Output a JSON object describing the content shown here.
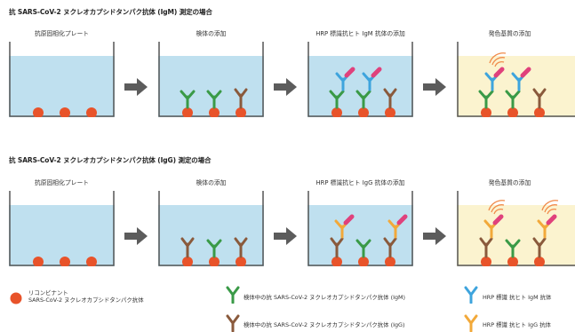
{
  "rows": [
    {
      "title": "抗 SARS-CoV-2 ヌクレオカプシドタンパク抗体 (IgM) 測定の場合",
      "steps": [
        "抗原固相化プレート",
        "検体の添加",
        "HRP 標識抗ヒト IgM 抗体の添加",
        "発色基質の添加"
      ]
    },
    {
      "title": "抗 SARS-CoV-2 ヌクレオカプシドタンパク抗体 (IgG) 測定の場合",
      "steps": [
        "抗原固相化プレート",
        "検体の添加",
        "HRP 標識抗ヒト IgG 抗体の添加",
        "発色基質の添加"
      ]
    }
  ],
  "legend": {
    "antigen_line1": "リコンビナント",
    "antigen_line2": "SARS-CoV-2 ヌクレオカプシドタンパク抗体",
    "igm_sample": "検体中の抗 SARS-CoV-2 ヌクレオカプシドタンパク抗体 (IgM)",
    "igg_sample": "検体中の抗 SARS-CoV-2 ヌクレオカプシドタンパク抗体 (IgG)",
    "hrp_igm": "HRP 標識 抗ヒト IgM 抗体",
    "hrp_igg": "HRP 標識 抗ヒト IgG 抗体"
  },
  "colors": {
    "antigen": "#e8532a",
    "igm": "#3a9a47",
    "igg": "#8a5a3c",
    "hrp_igm": "#3ea4dd",
    "hrp_igg": "#f2a93a",
    "hrp_tag": "#e0417c",
    "liquid": "#bfe0ef",
    "substrate": "#fbf3cf",
    "arrow": "#5c5c5c",
    "signal": "#f08a4a"
  }
}
